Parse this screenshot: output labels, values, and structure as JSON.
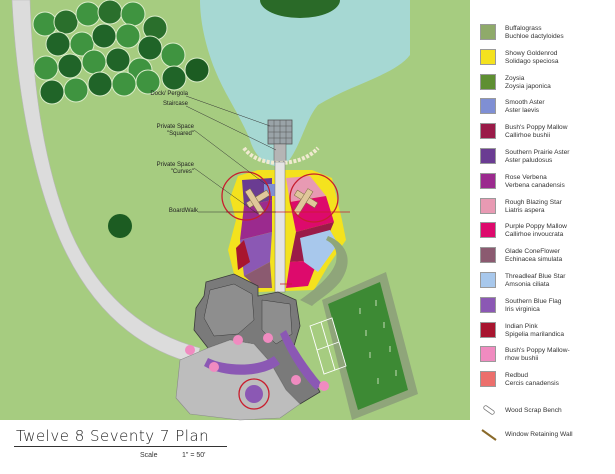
{
  "title": "Twelve 8 Seventy 7 Plan",
  "scale": {
    "label": "Scale",
    "value": "1\" = 50'"
  },
  "callouts": {
    "dock": "Dock/ Pergola",
    "staircase": "Staircase",
    "private_squared_1": "Private Space",
    "private_squared_2": "\"Squared\"",
    "private_curves_1": "Private Space",
    "private_curves_2": "\"Curves\"",
    "boardwalk": "BoardWalk"
  },
  "legend": [
    {
      "common": "Buffalograss",
      "latin": "Buchloe dactyloides",
      "color": "#8faa6a"
    },
    {
      "common": "Showy Goldenrod",
      "latin": "Solidago speciosa",
      "color": "#f4e21e"
    },
    {
      "common": "Zoysia",
      "latin": "Zoysia japonica",
      "color": "#5e8f32"
    },
    {
      "common": "Smooth Aster",
      "latin": "Aster laevis",
      "color": "#7f8fd4"
    },
    {
      "common": "Bush's Poppy Mallow",
      "latin": "Callirhoe bushii",
      "color": "#9a1b48"
    },
    {
      "common": "Southern Prairie Aster",
      "latin": "Aster paludosus",
      "color": "#6a3c92"
    },
    {
      "common": "Rose Verbena",
      "latin": "Verbena canadensis",
      "color": "#9b2a8e"
    },
    {
      "common": "Rough Blazing Star",
      "latin": "Liatris aspera",
      "color": "#e89ab3"
    },
    {
      "common": "Purple Poppy Mallow",
      "latin": "Callirhoe invoucrata",
      "color": "#dd0a6c"
    },
    {
      "common": "Glade ConeFlower",
      "latin": "Echinacea simulata",
      "color": "#8b5a70"
    },
    {
      "common": "Threadleaf Blue Star",
      "latin": "Amsonia ciliata",
      "color": "#a8c8ec"
    },
    {
      "common": "Southern Blue Flag",
      "latin": "Iris virginica",
      "color": "#8b58b4"
    },
    {
      "common": "Indian Pink",
      "latin": "Spigelia marilandica",
      "color": "#a8152f"
    },
    {
      "common": "Bush's Poppy Mallow-",
      "latin": "rhow bushii",
      "color": "#f08bc0"
    },
    {
      "common": "Redbud",
      "latin": "Cercis canadensis",
      "color": "#ec6f6c"
    }
  ],
  "legend_extra": {
    "bench": "Wood Scrap Bench",
    "wall": "Window Retaining Wall"
  },
  "colors": {
    "lawn": "#a6cc80",
    "pond": "#a6d8d3",
    "path": "#dcdcdc",
    "tree_green": "#1f6a2a",
    "building": "#7a7a7a",
    "court": "#3d8a34",
    "goldenrod_border": "#f4e21e",
    "boardwalk": "#d9c79a"
  }
}
